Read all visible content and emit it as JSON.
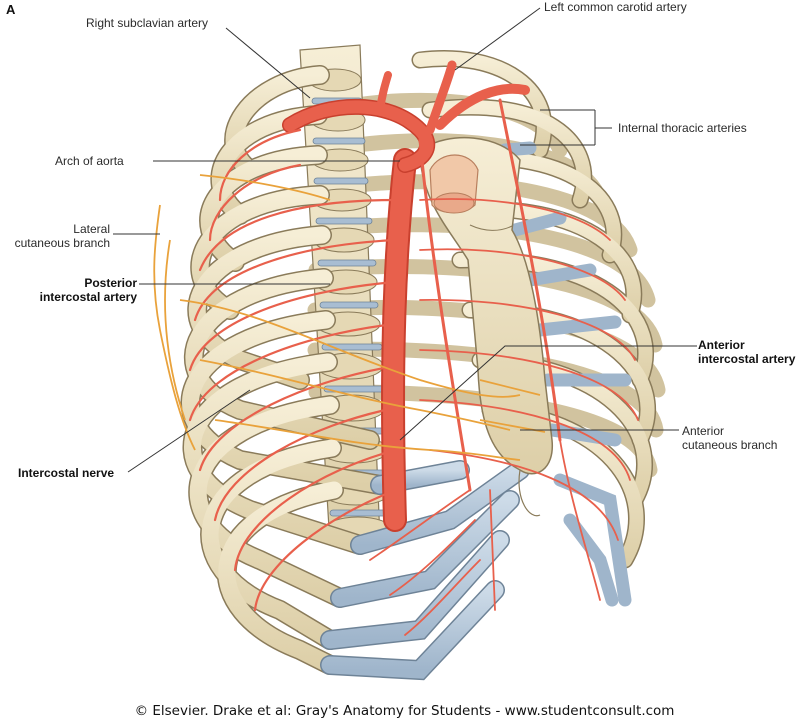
{
  "figure": {
    "letter": "A",
    "credit": "© Elsevier. Drake et al: Gray's Anatomy for Students - www.studentconsult.com"
  },
  "labels": {
    "right_subclavian_artery": "Right subclavian artery",
    "left_common_carotid_artery": "Left common carotid artery",
    "internal_thoracic_arteries": "Internal thoracic arteries",
    "arch_of_aorta": "Arch of aorta",
    "lateral_cutaneous_branch_1": "Lateral",
    "lateral_cutaneous_branch_2": "cutaneous branch",
    "posterior_intercostal_artery_1": "Posterior",
    "posterior_intercostal_artery_2": "intercostal artery",
    "anterior_intercostal_artery_1": "Anterior",
    "anterior_intercostal_artery_2": "intercostal artery",
    "anterior_cutaneous_branch_1": "Anterior",
    "anterior_cutaneous_branch_2": "cutaneous branch",
    "intercostal_nerve": "Intercostal nerve"
  },
  "colors": {
    "bone": "#eee3c5",
    "bone_outline": "#8a7b5a",
    "cartilage": "#b9cbdd",
    "artery": "#e8604c",
    "artery_dark": "#c9402e",
    "nerve": "#e9a23b",
    "leader": "#333333"
  }
}
